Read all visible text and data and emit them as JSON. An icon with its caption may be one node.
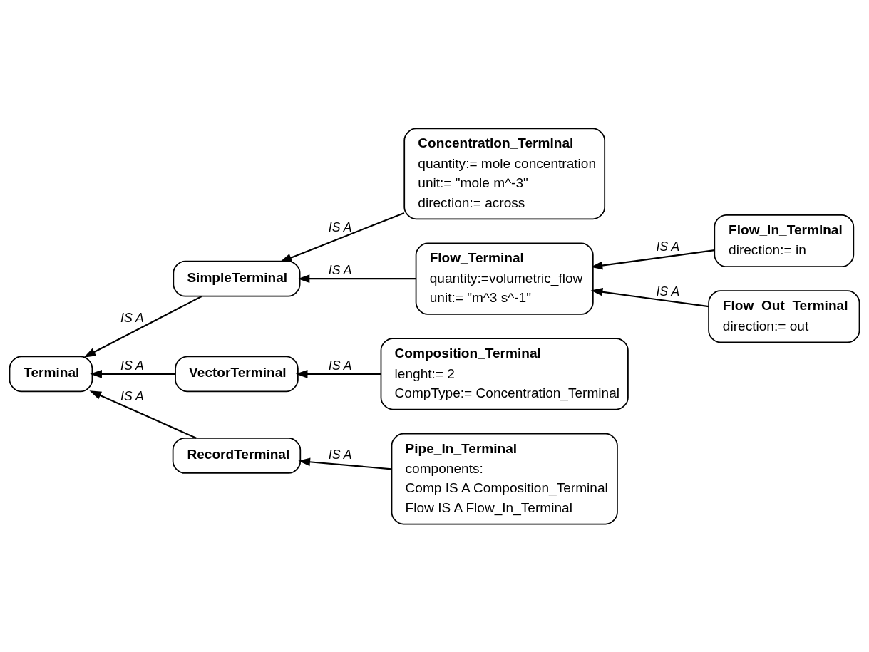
{
  "diagram": {
    "nodes": [
      {
        "text": [
          "Terminal"
        ]
      },
      {
        "text": [
          "SimpleTerminal"
        ]
      },
      {
        "text": [
          "Concentration_Terminal",
          "quantity:= mole concentration",
          "unit:= \"mole m^-3\"",
          "direction:= across"
        ]
      },
      {
        "text": [
          "Flow_Terminal",
          "quantity:=volumetric_flow",
          "unit:= \"m^3 s^-1\""
        ]
      },
      {
        "text": [
          "Flow_In_Terminal",
          "direction:= in"
        ]
      },
      {
        "text": [
          "Flow_Out_Terminal",
          "direction:= out"
        ]
      },
      {
        "text": [
          "VectorTerminal"
        ]
      },
      {
        "text": [
          "Composition_Terminal",
          "lenght:= 2",
          "CompType:= Concentration_Terminal"
        ]
      },
      {
        "text": [
          "RecordTerminal"
        ]
      },
      {
        "text": [
          "Pipe_In_Terminal",
          "components:",
          "Comp IS A Composition_Terminal",
          "Flow IS A Flow_In_Terminal"
        ]
      }
    ],
    "edges": [
      {
        "from": 1,
        "to": 0,
        "arrow": "to",
        "label": "IS A"
      },
      {
        "from": 2,
        "to": 1,
        "arrow": "to",
        "label": "IS A"
      },
      {
        "from": 3,
        "to": 1,
        "arrow": "to",
        "label": "IS A"
      },
      {
        "from": 4,
        "to": 3,
        "arrow": "to",
        "label": "IS A"
      },
      {
        "from": 5,
        "to": 3,
        "arrow": "to",
        "label": "IS A"
      },
      {
        "from": 8,
        "to": 0,
        "arrow": "to",
        "label": "IS A"
      },
      {
        "from": 6,
        "to": 0,
        "arrow": "to",
        "label": "IS A"
      },
      {
        "from": 7,
        "to": 6,
        "arrow": "to",
        "label": "IS A"
      },
      {
        "from": 9,
        "to": 8,
        "arrow": "to",
        "label": "IS A"
      }
    ]
  }
}
